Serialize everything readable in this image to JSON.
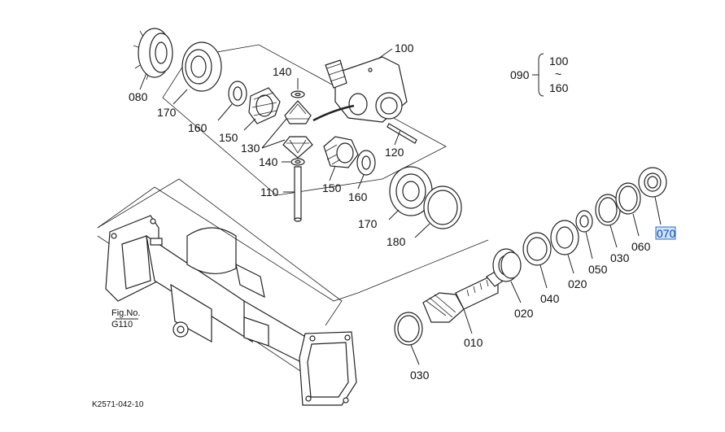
{
  "diagram": {
    "drawing_code": "K2571-042-10",
    "fig_ref": {
      "line1": "Fig.No.",
      "line2": "G110"
    },
    "range_label": {
      "parent": "090",
      "from": "100",
      "tilde": "~",
      "to": "160"
    },
    "selected_part": "070",
    "highlight_color": "#cfe4ff",
    "labels": {
      "p080": "080",
      "p170a": "170",
      "p160a": "160",
      "p150a": "150",
      "p130": "130",
      "p140a": "140",
      "p140b": "140",
      "p100": "100",
      "p120": "120",
      "p110": "110",
      "p150b": "150",
      "p160b": "160",
      "p170b": "170",
      "p180": "180",
      "p030a": "030",
      "p010": "010",
      "p020a": "020",
      "p040": "040",
      "p020b": "020",
      "p050": "050",
      "p030b": "030",
      "p060": "060",
      "p070": "070"
    }
  }
}
